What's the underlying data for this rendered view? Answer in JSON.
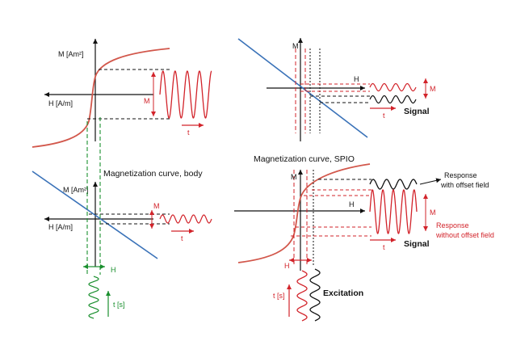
{
  "colors": {
    "curve": "#d2574b",
    "red": "#d2232a",
    "blue": "#3a72b8",
    "green": "#1a8f2e",
    "black": "#111111"
  },
  "left_top": {
    "y_axis_label": "M  [Am²]",
    "x_axis_label": "H  [A/m]",
    "amp_label": "M",
    "time_label": "t"
  },
  "left_bottom": {
    "title": "Magnetization curve,  body",
    "y_axis_label": "M  [Am²]",
    "x_axis_label": "H  [A/m]",
    "amp_label": "M",
    "time_label": "t",
    "h_label": "H",
    "time_s_label": "t [s]"
  },
  "right_top": {
    "y_axis_label": "M",
    "x_axis_label": "H",
    "amp_label": "M",
    "time_label": "t",
    "signal_label": "Signal"
  },
  "right_bottom": {
    "title": "Magnetization curve,  SPIO",
    "y_axis_label": "M",
    "x_axis_label": "H",
    "h_label": "H",
    "amp_label": "M",
    "time_label": "t",
    "signal_label": "Signal",
    "response_offset": [
      "Response",
      "with offset field"
    ],
    "response_no_offset": [
      "Response",
      "without offset field"
    ],
    "time_s_label": "t [s]",
    "excitation_label": "Excitation"
  }
}
